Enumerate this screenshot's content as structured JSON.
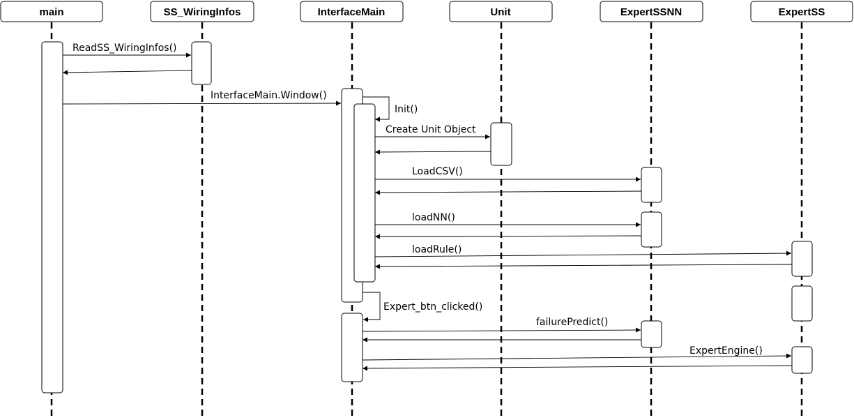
{
  "lifelines": [
    {
      "id": "main",
      "title": "main"
    },
    {
      "id": "ss_wiringinfos",
      "title": "SS_WiringInfos"
    },
    {
      "id": "interfacemain",
      "title": "InterfaceMain"
    },
    {
      "id": "unit",
      "title": "Unit"
    },
    {
      "id": "expertssnn",
      "title": "ExpertSSNN"
    },
    {
      "id": "expertss",
      "title": "ExpertSS"
    }
  ],
  "messages": [
    {
      "id": "read-ss-wiringinfos",
      "label": "ReadSS_WiringInfos()"
    },
    {
      "id": "interfacemain-window",
      "label": "InterfaceMain.Window()"
    },
    {
      "id": "init",
      "label": "Init()"
    },
    {
      "id": "create-unit-object",
      "label": "Create Unit Object"
    },
    {
      "id": "load-csv",
      "label": "LoadCSV()"
    },
    {
      "id": "load-nn",
      "label": "loadNN()"
    },
    {
      "id": "load-rule",
      "label": "loadRule()"
    },
    {
      "id": "expert-btn-clicked",
      "label": "Expert_btn_clicked()"
    },
    {
      "id": "failure-predict",
      "label": "failurePredict()"
    },
    {
      "id": "expert-engine",
      "label": "ExpertEngine()"
    }
  ]
}
